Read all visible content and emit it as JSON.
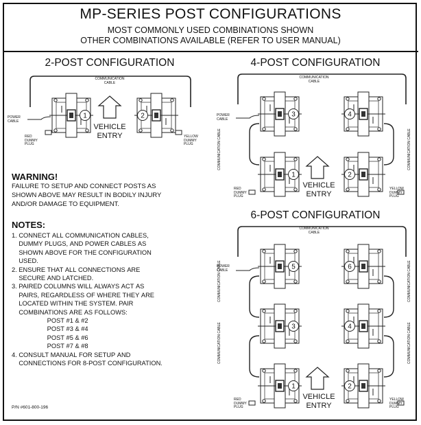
{
  "header": {
    "title": "MP-SERIES POST CONFIGURATIONS",
    "subtitle1": "MOST COMMONLY USED COMBINATIONS SHOWN",
    "subtitle2": "OTHER COMBINATIONS AVAILABLE (REFER TO USER MANUAL)"
  },
  "configs": {
    "two": "2-POST CONFIGURATION",
    "four": "4-POST CONFIGURATION",
    "six": "6-POST CONFIGURATION"
  },
  "labels": {
    "comm_cable_l1": "COMMUNICATION",
    "comm_cable_l2": "CABLE",
    "comm_cable_v": "COMMUNICATION CABLE",
    "power_l1": "POWER",
    "power_l2": "CABLE",
    "red_l1": "RED",
    "red_l2": "DUMMY",
    "red_l3": "PLUG",
    "yellow_l1": "YELLOW",
    "yellow_l2": "DUMMY",
    "yellow_l3": "PLUG",
    "vehicle": "VEHICLE",
    "entry": "ENTRY"
  },
  "posts": [
    "1",
    "2",
    "3",
    "4",
    "5",
    "6"
  ],
  "warning": {
    "heading": "WARNING!",
    "line1": "FAILURE TO SETUP AND CONNECT POSTS AS",
    "line2": "SHOWN ABOVE MAY RESULT IN BODILY INJURY",
    "line3": "AND/OR DAMAGE TO EQUIPMENT."
  },
  "notes": {
    "heading": "NOTES:",
    "lines": [
      "1. CONNECT ALL COMMUNICATION CABLES,",
      "    DUMMY PLUGS, AND POWER CABLES AS",
      "    SHOWN ABOVE FOR THE CONFIGURATION",
      "    USED.",
      "2. ENSURE THAT ALL CONNECTIONS ARE",
      "    SECURE AND LATCHED.",
      "3. PAIRED COLUMNS WILL ALWAYS ACT AS",
      "    PAIRS, REGARDLESS OF WHERE THEY ARE",
      "    LOCATED WITHIN THE SYSTEM. PAIR",
      "    COMBINATIONS ARE AS FOLLOWS:",
      "                    POST #1 & #2",
      "                    POST #3 & #4",
      "                    POST #5 & #6",
      "                    POST #7 & #8",
      "4. CONSULT MANUAL FOR SETUP AND",
      "    CONNECTIONS FOR 8-POST CONFIGURATION."
    ]
  },
  "part_number": "P/N #601-800-196"
}
